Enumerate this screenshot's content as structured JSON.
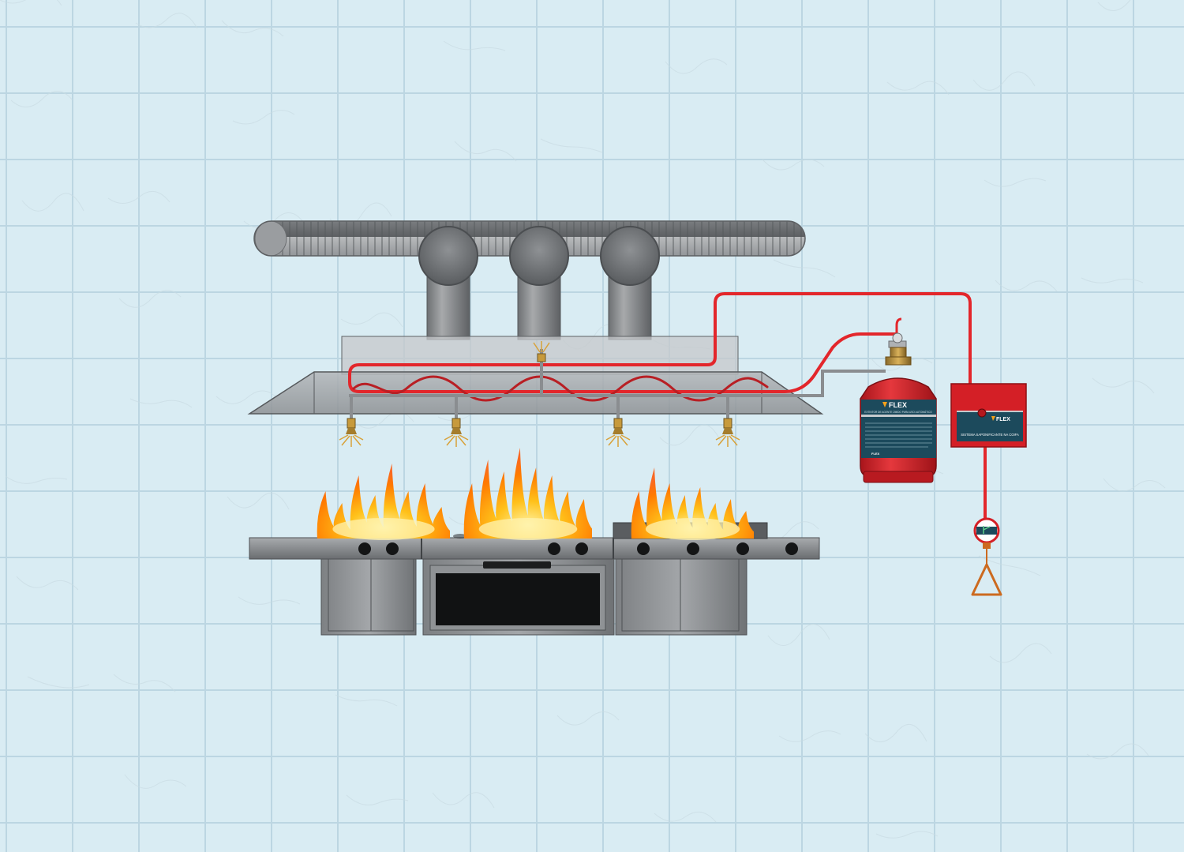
{
  "cylinder": {
    "brand": "FLEX",
    "subtitle": "EXTINTOR DE AGENTE ÚMIDO PARA USO AUTOMÁTICO",
    "footer_brand": "FLEX"
  },
  "control_box": {
    "brand": "FLEX",
    "label": "SISTEMA SAPONIFICANTE NA COIFA"
  },
  "colors": {
    "wall": "#d9ecf3",
    "tile_line": "#bcd6e2",
    "pipe_red": "#e3262b",
    "steel": "#8a8d90",
    "cylinder_red": "#d41f26",
    "label_teal": "#1c4a5c",
    "flame_orange": "#ff8a00"
  },
  "icons": {
    "nozzle": "spray-nozzle-icon",
    "pull_station": "manual-pull-station-icon",
    "flame": "fire-icon"
  }
}
